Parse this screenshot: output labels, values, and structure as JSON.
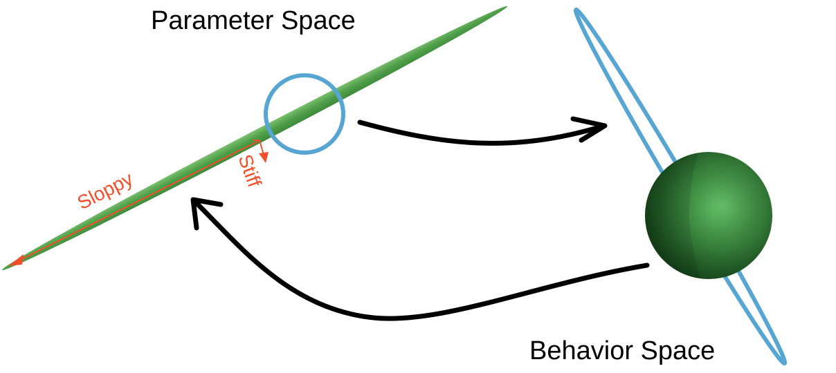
{
  "labels": {
    "parameter_space": "Parameter Space",
    "behavior_space": "Behavior Space",
    "sloppy": "Sloppy",
    "stiff": "Stiff"
  },
  "colors": {
    "green_ellipsoid": "#4f9e4a",
    "green_sphere": "#2f7d33",
    "blue_outline": "#56a5d3",
    "eigen_arrow": "#f0502a",
    "mapping_arrow": "#000000",
    "text": "#000000"
  }
}
